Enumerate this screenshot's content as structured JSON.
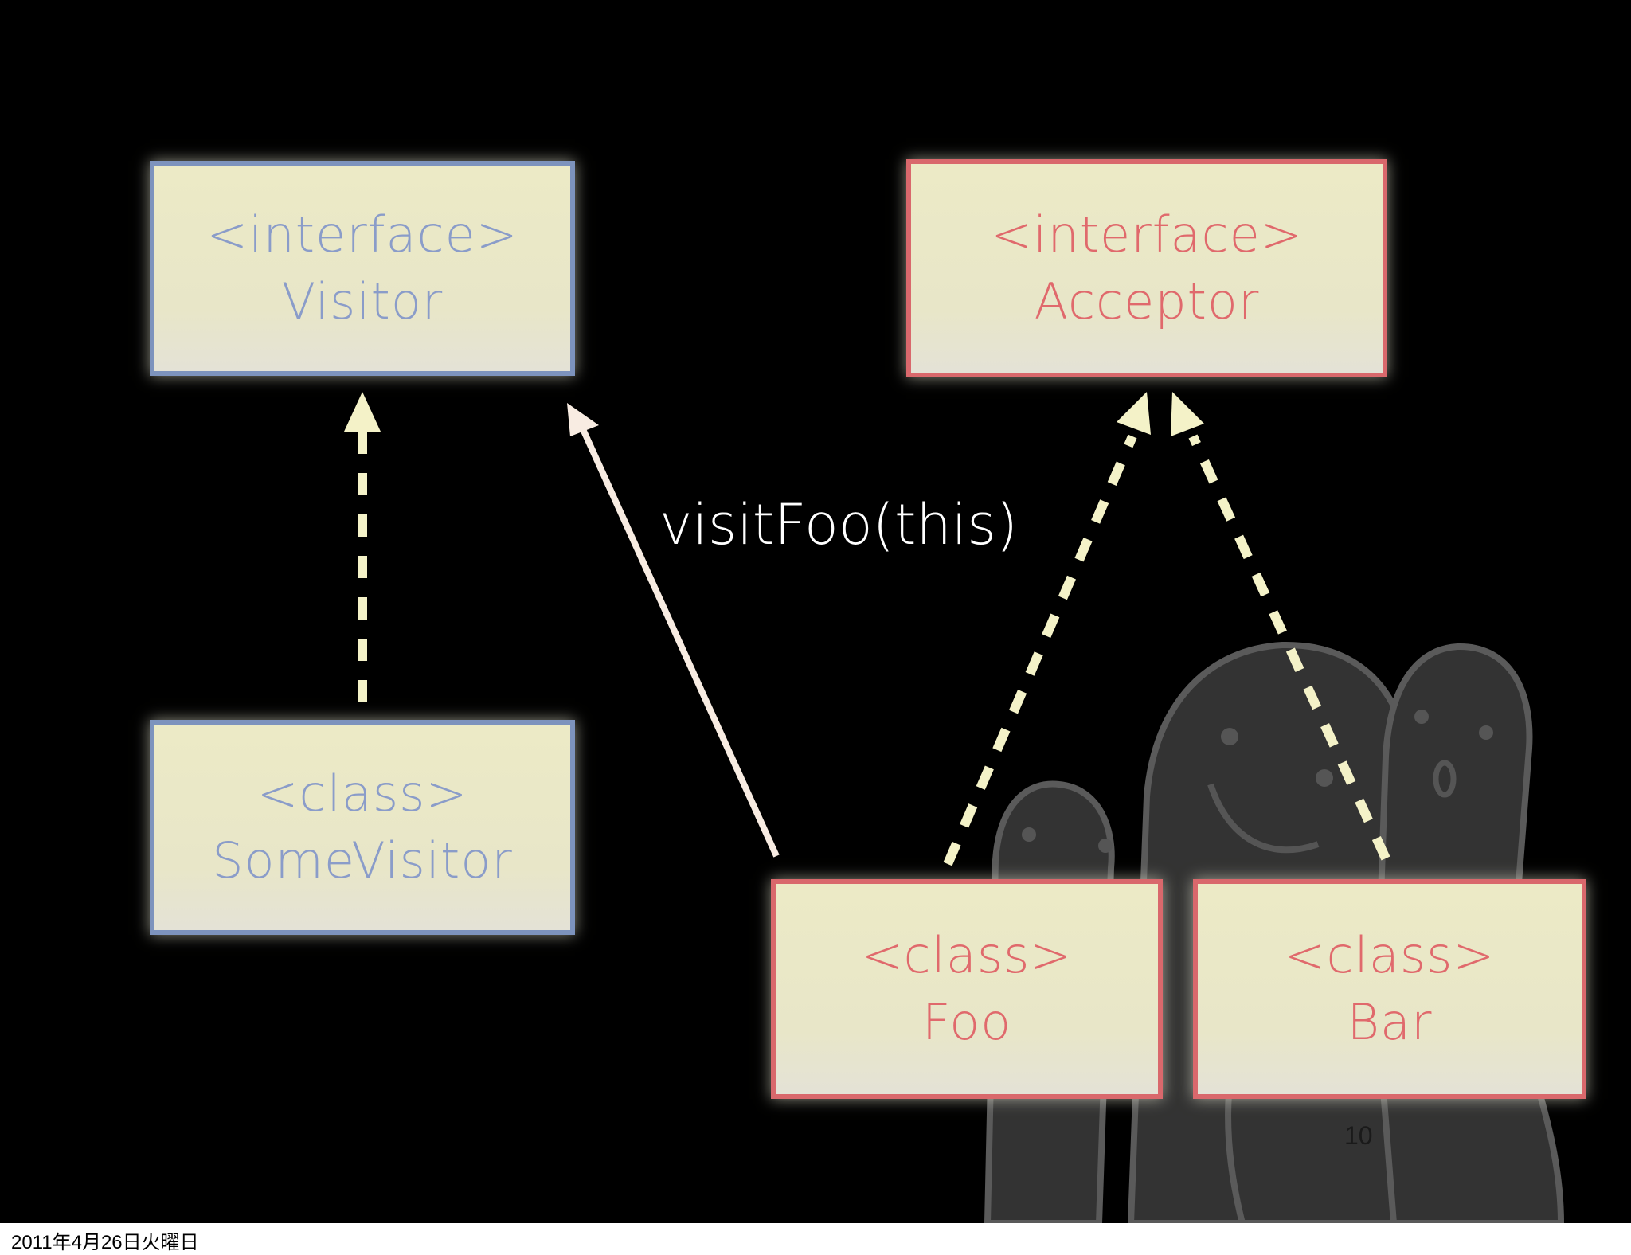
{
  "diagram": {
    "nodes": [
      {
        "id": "visitor",
        "stereotype": "<interface>",
        "name": "Visitor",
        "color": "#7d93bd"
      },
      {
        "id": "acceptor",
        "stereotype": "<interface>",
        "name": "Acceptor",
        "color": "#d9686c"
      },
      {
        "id": "some-visitor",
        "stereotype": "<class>",
        "name": "SomeVisitor",
        "color": "#7d93bd"
      },
      {
        "id": "foo",
        "stereotype": "<class>",
        "name": "Foo",
        "color": "#d9686c"
      },
      {
        "id": "bar",
        "stereotype": "<class>",
        "name": "Bar",
        "color": "#d9686c"
      }
    ],
    "edges": [
      {
        "from": "some-visitor",
        "to": "visitor",
        "style": "dashed"
      },
      {
        "from": "foo",
        "to": "visitor",
        "style": "solid",
        "label": "visitFoo(this)"
      },
      {
        "from": "foo",
        "to": "acceptor",
        "style": "dashed"
      },
      {
        "from": "bar",
        "to": "acceptor",
        "style": "dashed"
      }
    ]
  },
  "slide": {
    "page_number": "10",
    "footer_date": "2011年4月26日火曜日"
  },
  "colors": {
    "background": "#000000",
    "box_fill": "#eceac6",
    "arrow_dashed": "#f4f2c8",
    "arrow_solid": "#f8ece2"
  }
}
